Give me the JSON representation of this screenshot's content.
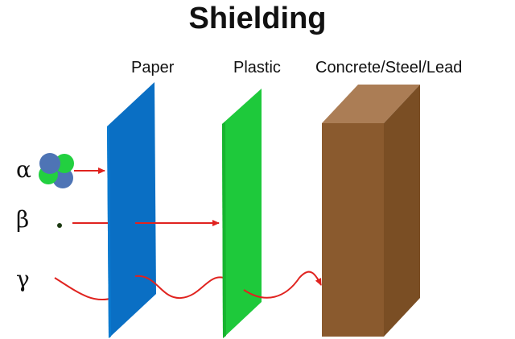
{
  "title": "Shielding",
  "barriers": [
    {
      "label": "Paper",
      "color": "#0a7ad0"
    },
    {
      "label": "Plastic",
      "color": "#1ec93b"
    },
    {
      "label": "Concrete/Steel/Lead",
      "color": "#8a5a2e"
    }
  ],
  "radiation": [
    {
      "symbol": "α",
      "name": "alpha",
      "stopped_by": "Paper"
    },
    {
      "symbol": "β",
      "name": "beta",
      "stopped_by": "Plastic"
    },
    {
      "symbol": "γ",
      "name": "gamma",
      "stopped_by": "Concrete/Steel/Lead"
    }
  ],
  "colors": {
    "ray": "#e0231f",
    "alpha_blue": "#4e74b5",
    "alpha_green": "#22d040",
    "beta_dot": "#1c3a12"
  }
}
